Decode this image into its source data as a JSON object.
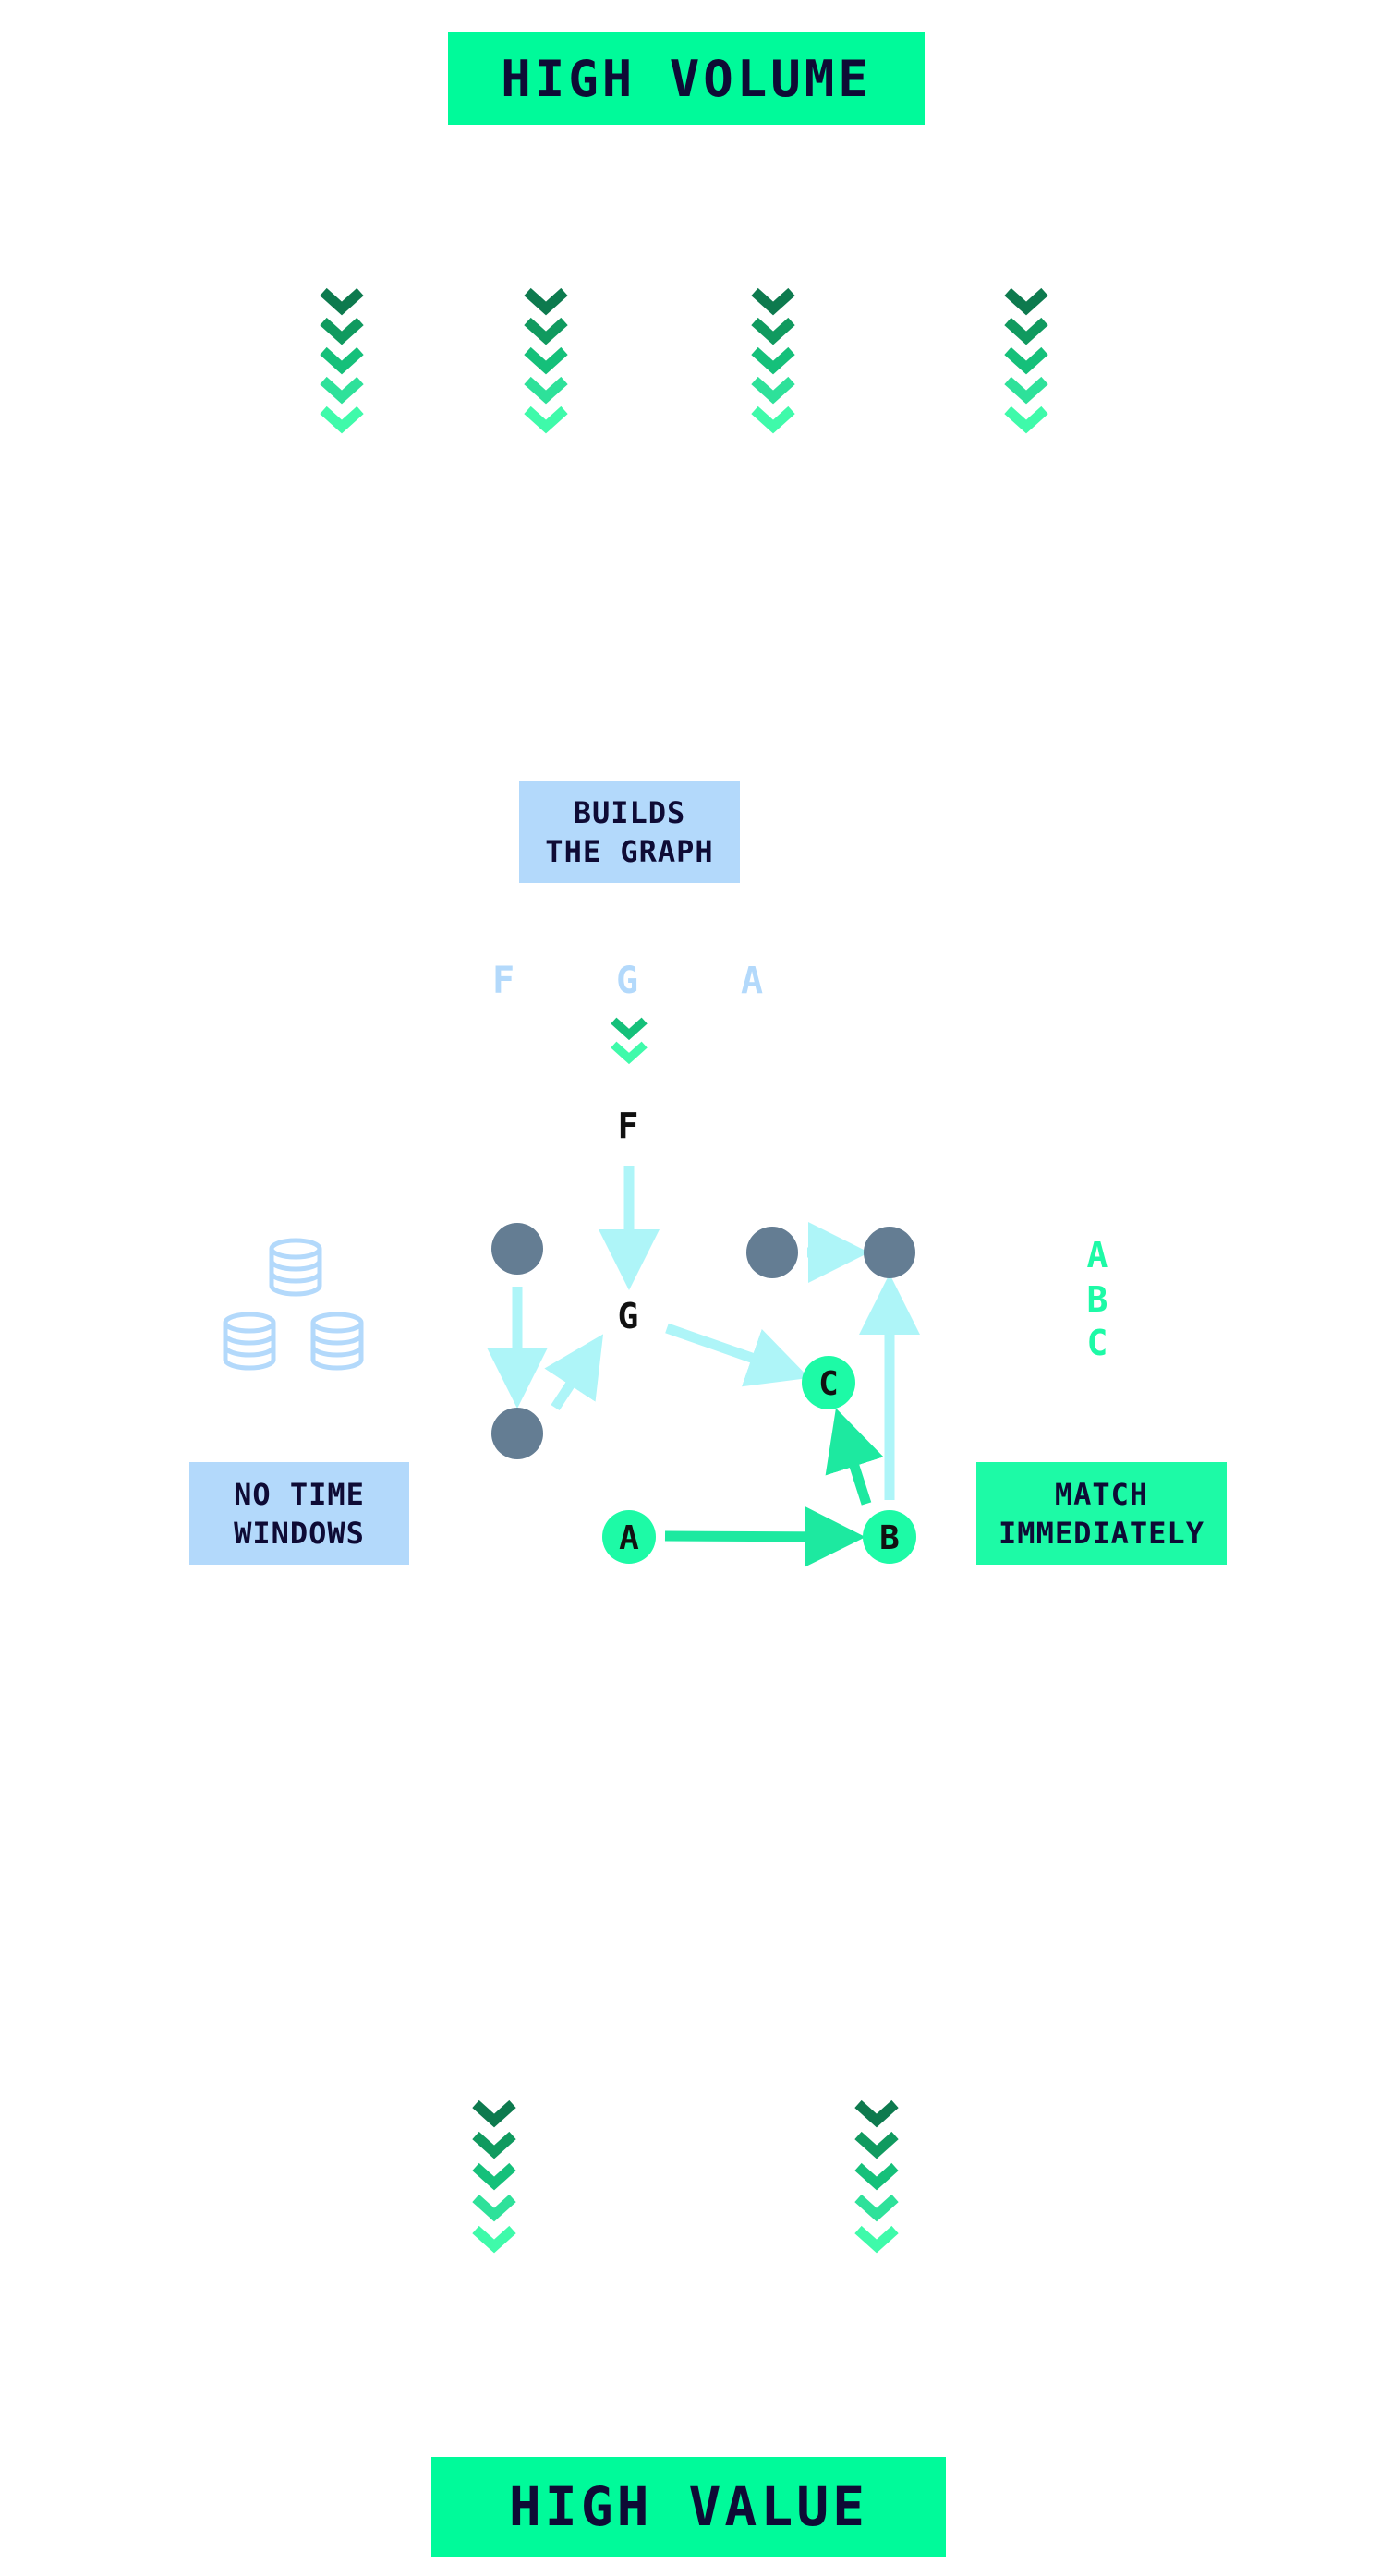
{
  "top_banner": {
    "label": "HIGH VOLUME",
    "color": "#00fa9a"
  },
  "bottom_banner": {
    "label": "HIGH VALUE",
    "color": "#00fa9a"
  },
  "builds_box": {
    "label": "BUILDS\nTHE GRAPH",
    "color": "#b3d9fb"
  },
  "no_time_box": {
    "label": "NO TIME\nWINDOWS",
    "color": "#b3d9fb"
  },
  "match_box": {
    "label": "MATCH\nIMMEDIATELY",
    "color": "#1dfaa6"
  },
  "event_queue": [
    "F",
    "G",
    "A"
  ],
  "graph": {
    "node_f": "F",
    "node_g": "G",
    "node_a": "A",
    "node_b": "B",
    "node_c": "C"
  },
  "matched_sequence": [
    "A",
    "B",
    "C"
  ],
  "icons": {
    "chevrons": "triple-down-chevron-icon",
    "storage": "database-stack-icon"
  },
  "colors": {
    "accent": "#00fa9a",
    "accent_dark": "#0d7a4e",
    "light_blue": "#b3d9fb",
    "cyan_arrow": "#aef5f8",
    "gray_node": "#647d93",
    "navy_text": "#0e0b35"
  }
}
